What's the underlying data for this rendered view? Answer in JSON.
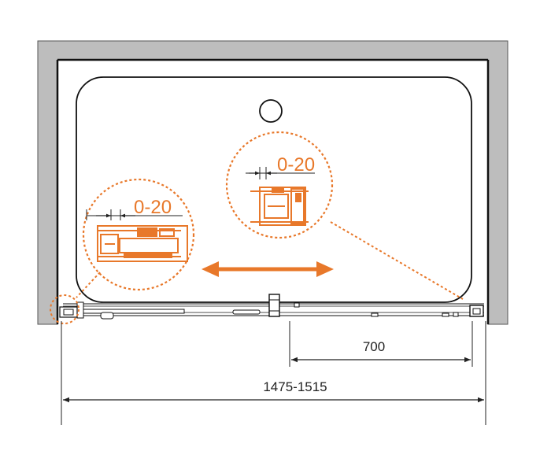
{
  "colors": {
    "wall": "#bdbdbd",
    "line": "#111111",
    "accent": "#e8782a",
    "dim": "#222222",
    "background": "#ffffff"
  },
  "labels": {
    "gap_left": "0-20",
    "gap_right": "0-20",
    "door_width": "700",
    "total_width": "1475-1515"
  },
  "icons": {
    "slide_arrow": "double-arrow-icon",
    "drain": "drain-circle-icon"
  }
}
